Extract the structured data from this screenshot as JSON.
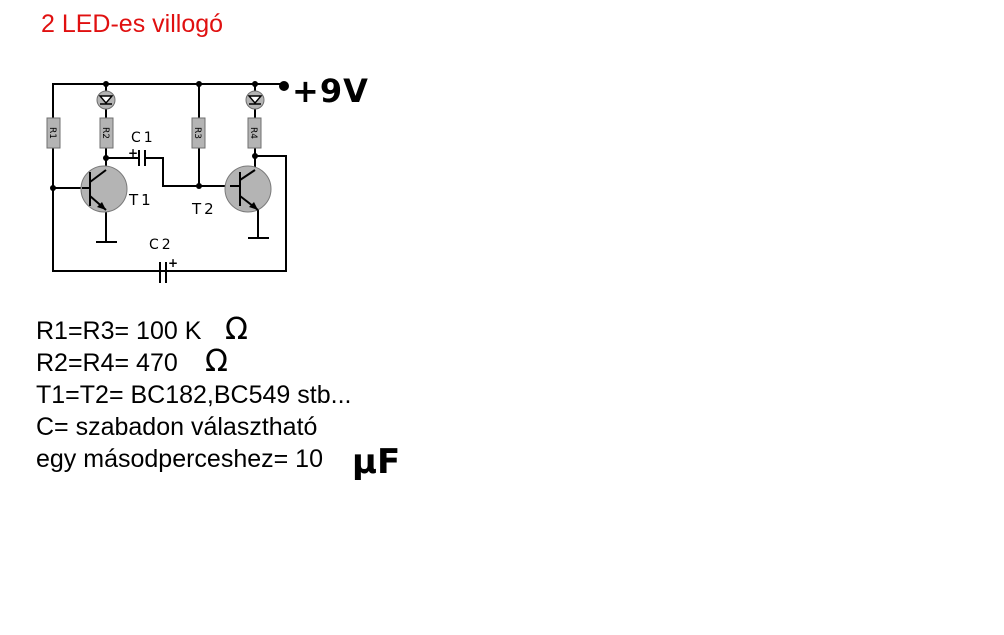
{
  "title": "2 LED-es villogó",
  "title_color": "#e01010",
  "supply_label": "+9V",
  "labels": {
    "R1": "R1",
    "R2": "R2",
    "R3": "R3",
    "R4": "R4",
    "C1": "C1",
    "C2": "C2",
    "T1": "T1",
    "T2": "T2",
    "c1_plus": "+",
    "c2_plus": "+"
  },
  "specs": {
    "line1": "R1=R3= 100 K",
    "line2": "R2=R4= 470",
    "line3": "T1=T2= BC182,BC549 stb...",
    "line4": "C= szabadon választható",
    "line5": "egy másodperceshez= 10",
    "ohm1": "Ω",
    "ohm2": "Ω",
    "microfarad": "μF"
  },
  "colors": {
    "wire": "#000000",
    "component_fill": "#b4b4b4",
    "component_stroke": "#6f6f6f"
  }
}
